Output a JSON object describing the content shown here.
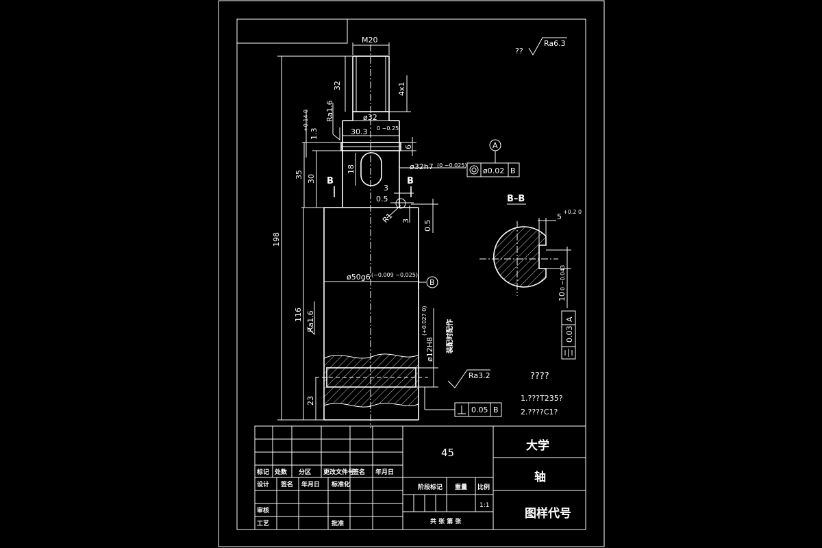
{
  "drawing": {
    "dims": {
      "m20": "M20",
      "d32": "32",
      "chamfer": "4x1",
      "dia32": "ø32",
      "d30_3": "30.3",
      "d30_3_tol": "0 −0.25",
      "d6": "6",
      "d1_3": "1.3",
      "d1_3_tol": "+0.14 0",
      "d35": "35",
      "d30": "30",
      "d18": "18",
      "d198": "198",
      "d116": "116",
      "d23": "23",
      "dia32h7": "ø32h7",
      "dia32h7_tol": "(0 −0.025)",
      "d3a": "3",
      "d0_5a": "0.5",
      "r1": "R1",
      "d3b": "3",
      "d0_5b": "0.5",
      "dia50g6": "ø50g6",
      "dia50g6_tol": "(−0.009 −0.025)",
      "dia12h8": "ø12H8",
      "dia12h8_tol": "(+0.027 0)",
      "match_note": "装配时配作",
      "five": "5",
      "five_tol": "+0.2 0",
      "ten": "10",
      "ten_tol": "0 −0.043"
    },
    "roughness": {
      "global": "??",
      "global_val": "Ra6.3",
      "ra16_top": "Ra1.6",
      "ra16_left": "Ra1.6",
      "ra32": "Ra3.2"
    },
    "tolerances": {
      "coax_val": "ø0.02",
      "coax_ref": "B",
      "sym_val": "0.03",
      "sym_ref": "A",
      "perp_val": "0.05",
      "perp_ref": "B"
    },
    "datums": {
      "a": "A",
      "b": "B"
    },
    "section": {
      "label_left": "B",
      "label_right": "B",
      "title": "B–B"
    },
    "notes": {
      "title": "????",
      "line1": "1.???T235?",
      "line2": "2.????C1?"
    }
  },
  "title_block": {
    "material": "45",
    "school": "大学",
    "part_name": "轴",
    "drawing_code": "图样代号",
    "scale_value": "1:1",
    "headers_row": [
      "标记",
      "处数",
      "分区",
      "更改文件号",
      "签名",
      "年月日"
    ],
    "design_row": [
      "设计",
      "签名",
      "年月日",
      "标准化"
    ],
    "stage_label": "阶段标记",
    "weight_label": "重量",
    "scale_label": "比例",
    "review_label": "审核",
    "process_label": "工艺",
    "approve_label": "批准",
    "sheets_label": "共 张 第 张"
  },
  "colors": {
    "background": "#000000",
    "lines": "#ffffff"
  }
}
